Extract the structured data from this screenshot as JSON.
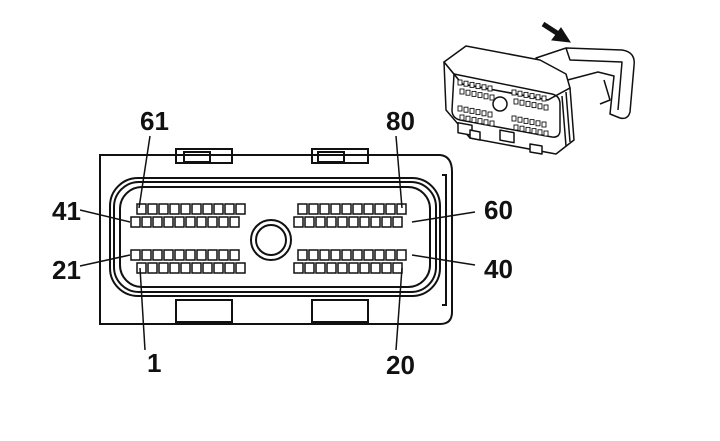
{
  "diagram": {
    "pin_labels": {
      "p61": "61",
      "p80": "80",
      "p41": "41",
      "p60": "60",
      "p21": "21",
      "p40": "40",
      "p1": "1",
      "p20": "20"
    },
    "rows": {
      "top_outer_left_count": 10,
      "top_outer_right_count": 10,
      "top_inner_left_count": 10,
      "top_inner_right_count": 10,
      "bottom_inner_left_count": 10,
      "bottom_inner_right_count": 10,
      "bottom_outer_left_count": 10,
      "bottom_outer_right_count": 10
    },
    "colors": {
      "line": "#111111",
      "background": "#ffffff"
    }
  }
}
